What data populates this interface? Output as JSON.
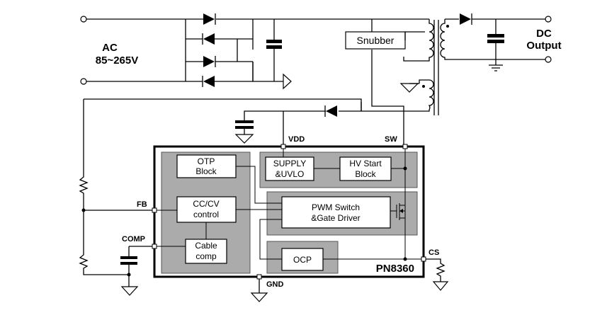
{
  "input": {
    "title": "AC",
    "range": "85~265V"
  },
  "output": {
    "line1": "DC",
    "line2": "Output"
  },
  "snubber_label": "Snubber",
  "chip": {
    "name": "PN8360",
    "blocks": {
      "otp": {
        "line1": "OTP",
        "line2": "Block"
      },
      "supply": {
        "line1": "SUPPLY",
        "line2": "&UVLO"
      },
      "hv": {
        "line1": "HV Start",
        "line2": "Block"
      },
      "cccv": {
        "line1": "CC/CV",
        "line2": "control"
      },
      "pwm": {
        "line1": "PWM Switch",
        "line2": "&Gate Driver"
      },
      "cable": {
        "line1": "Cable",
        "line2": "comp"
      },
      "ocp": "OCP"
    },
    "pins": {
      "vdd": "VDD",
      "sw": "SW",
      "fb": "FB",
      "comp": "COMP",
      "cs": "CS",
      "gnd": "GND"
    }
  }
}
